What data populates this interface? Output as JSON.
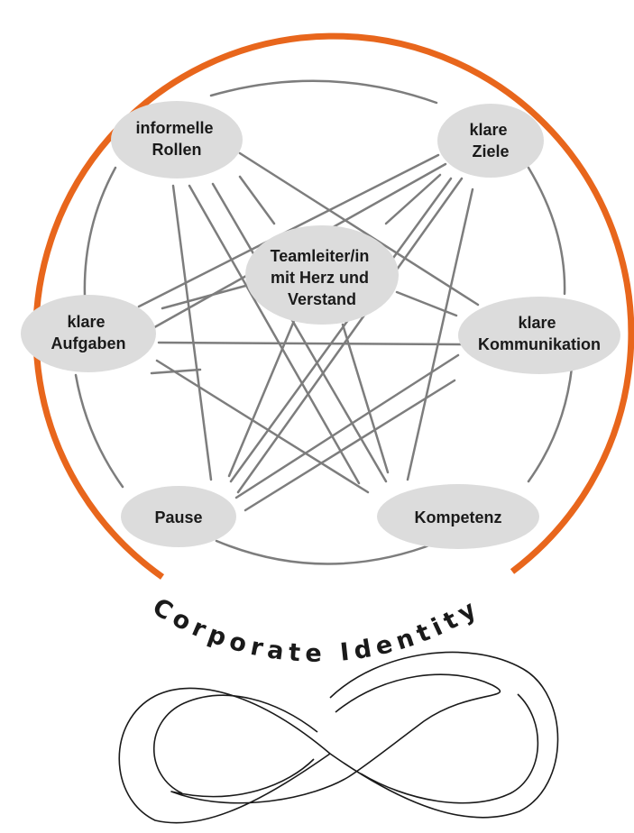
{
  "nodes": {
    "informal_roles": [
      "informelle",
      "Rollen"
    ],
    "clear_goals": [
      "klare",
      "Ziele"
    ],
    "team_leader": [
      "Teamleiter/in",
      "mit Herz und",
      "Verstand"
    ],
    "clear_tasks": [
      "klare",
      "Aufgaben"
    ],
    "clear_communication": [
      "klare",
      "Kommunikation"
    ],
    "pause": [
      "Pause"
    ],
    "competence": [
      "Kompetenz"
    ]
  },
  "ring_label": "Corporate Identity",
  "colors": {
    "accent_ring": "#e8661c",
    "node_fill": "#dcdcdc",
    "connector": "#7d7d7d",
    "text": "#1a1a1a"
  },
  "bottom_symbol": "infinity-icon"
}
